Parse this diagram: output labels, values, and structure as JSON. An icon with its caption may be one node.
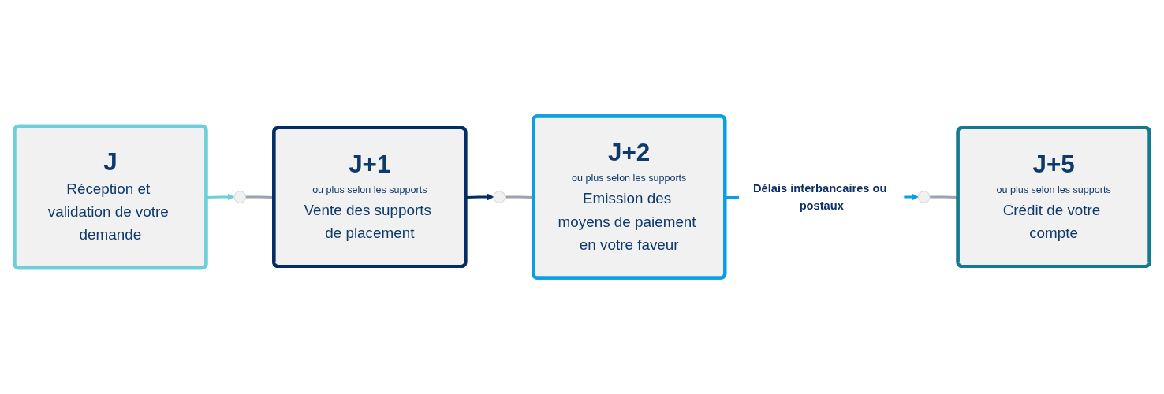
{
  "diagram": {
    "nodes": [
      {
        "text": [
          "J",
          "Réception et validation de votre demande"
        ]
      },
      {
        "text": [],
        "shape": "circle"
      },
      {
        "text": [
          "J+1",
          "ou plus selon les supports",
          "Vente des supports de placement"
        ]
      },
      {
        "text": [],
        "shape": "circle"
      },
      {
        "text": [
          "J+2",
          "ou plus selon les supports",
          "Emission des moyens de paiement en votre faveur"
        ]
      },
      {
        "text": [],
        "shape": "circle"
      },
      {
        "text": [
          "J+5",
          "ou plus selon les supports",
          "Crédit de votre compte"
        ]
      }
    ],
    "edges": [
      {
        "from": 0,
        "to": 1,
        "arrow": "to",
        "color": "#6ecfdb"
      },
      {
        "from": 1,
        "to": 2,
        "arrow": "none"
      },
      {
        "from": 2,
        "to": 3,
        "arrow": "to",
        "color": "#042c66"
      },
      {
        "from": 3,
        "to": 4,
        "arrow": "none"
      },
      {
        "from": 4,
        "to": 5,
        "arrow": "to",
        "color": "#0a9fe3",
        "label": "Délais interbancaires ou postaux"
      },
      {
        "from": 5,
        "to": 6,
        "arrow": "none"
      }
    ]
  }
}
